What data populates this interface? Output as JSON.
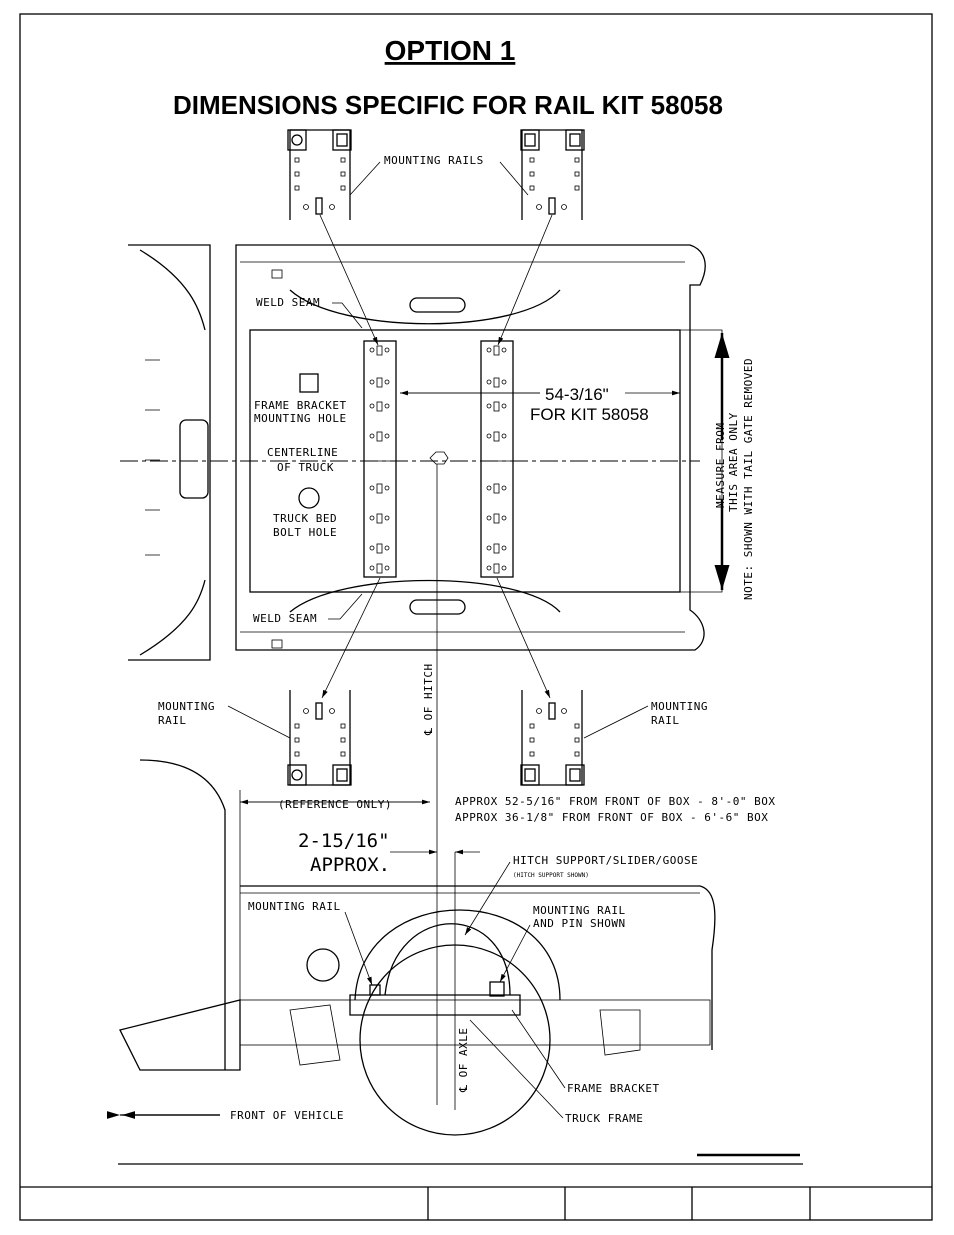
{
  "title": "OPTION 1",
  "subtitle": "DIMENSIONS SPECIFIC FOR RAIL KIT 58058",
  "labels": {
    "mounting_rails": "MOUNTING RAILS",
    "weld_seam_top": "WELD SEAM",
    "weld_seam_bottom": "WELD SEAM",
    "frame_bracket_hole_1": "FRAME BRACKET",
    "frame_bracket_hole_2": "MOUNTING HOLE",
    "centerline_1": "CENTERLINE",
    "centerline_2": "OF TRUCK",
    "bed_bolt_1": "TRUCK BED",
    "bed_bolt_2": "BOLT HOLE",
    "rail_spacing": "54-3/16\"",
    "rail_spacing_kit": "FOR KIT 58058",
    "measure_1": "MEASURE FROM",
    "measure_2": "THIS AREA ONLY",
    "note": "NOTE: SHOWN WITH TAIL GATE REMOVED",
    "mounting_rail_left_1": "MOUNTING",
    "mounting_rail_left_2": "RAIL",
    "mounting_rail_right_1": "MOUNTING",
    "mounting_rail_right_2": "RAIL",
    "cl_hitch": "℄ OF HITCH",
    "reference_only": "(REFERENCE ONLY)",
    "approx_8_0": "APPROX 52-5/16\" FROM FRONT OF BOX - 8'-0\" BOX",
    "approx_6_6": "APPROX 36-1/8\" FROM FRONT OF BOX  - 6'-6\" BOX",
    "offset_dim": "2-15/16\"",
    "offset_approx": "APPROX.",
    "hitch_support": "HITCH SUPPORT/SLIDER/GOOSE",
    "hitch_support_shown": "(HITCH SUPPORT SHOWN)",
    "side_mounting_rail": "MOUNTING RAIL",
    "side_rail_pin_1": "MOUNTING RAIL",
    "side_rail_pin_2": "AND PIN SHOWN",
    "cl_axle": "℄ OF AXLE",
    "frame_bracket": "FRAME BRACKET",
    "truck_frame": "TRUCK FRAME",
    "front_of_vehicle": "FRONT OF VEHICLE"
  }
}
